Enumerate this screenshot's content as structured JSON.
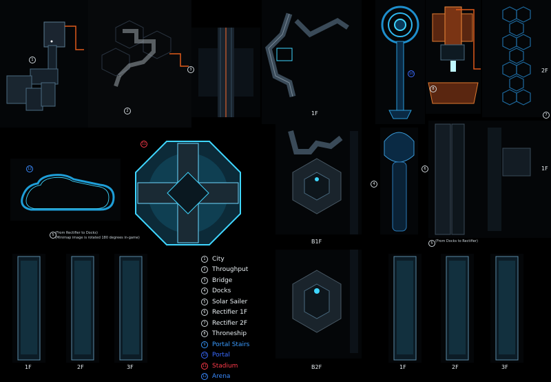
{
  "legend": [
    {
      "num": "1",
      "label": "City",
      "color": "#ffffff"
    },
    {
      "num": "2",
      "label": "Throughput",
      "color": "#ffffff"
    },
    {
      "num": "3",
      "label": "Bridge",
      "color": "#ffffff"
    },
    {
      "num": "4",
      "label": "Docks",
      "color": "#ffffff"
    },
    {
      "num": "5",
      "label": "Solar Sailer",
      "color": "#ffffff"
    },
    {
      "num": "6",
      "label": "Rectifier 1F",
      "color": "#ffffff"
    },
    {
      "num": "7",
      "label": "Rectifier 2F",
      "color": "#ffffff"
    },
    {
      "num": "8",
      "label": "Throneship",
      "color": "#ffffff"
    },
    {
      "num": "9",
      "label": "Portal Stairs",
      "color": "#3a9bff"
    },
    {
      "num": "10",
      "label": "Portal",
      "color": "#3a6bff"
    },
    {
      "num": "11",
      "label": "Stadium",
      "color": "#ff3a4a"
    },
    {
      "num": "12",
      "label": "Arena",
      "color": "#3a8bff"
    }
  ],
  "floors": {
    "f1": "1F",
    "f2": "2F",
    "f3": "3F",
    "b1": "B1F",
    "b2": "B2F"
  },
  "notes": {
    "solar_a_line1": "(From Rectifier to Docks)",
    "solar_a_line2": "(Minimap image is rotated 180 degrees in-game)",
    "solar_b": "(From Docks to Rectifier)"
  },
  "markers": {
    "city": "1",
    "throughput": "2",
    "bridge": "3",
    "docks": "4",
    "solar_a": "5",
    "solar_b": "5",
    "rectifier1": "6",
    "rectifier2": "7",
    "throneship": "8",
    "portal": "10",
    "stadium": "11",
    "arena": "12"
  },
  "colors": {
    "cyan": "#3fd6ff",
    "orange": "#e05a1a",
    "blue": "#3a8bff"
  }
}
